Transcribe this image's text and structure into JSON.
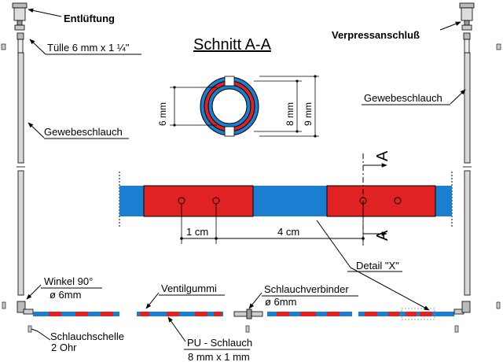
{
  "title": "Schnitt A-A",
  "labels": {
    "entlueftung": "Entlüftung",
    "tuelle": "Tülle 6 mm  x  1 ¼\"",
    "gewebeschlauch_left": "Gewebeschlauch",
    "verpressanschluss": "Verpressanschluß",
    "gewebeschlauch_right": "Gewebeschlauch",
    "winkel": "Winkel 90°",
    "winkel_size": "ø 6mm",
    "schlauchschelle": "Schlauchschelle",
    "schlauchschelle_sub": "2 Ohr",
    "ventilgummi": "Ventilgummi",
    "pu_schlauch": "PU - Schlauch",
    "pu_schlauch_size": "8 mm  x  1 mm",
    "schlauchverbinder": "Schlauchverbinder",
    "schlauchverbinder_size": "ø 6mm",
    "detail_x": "Detail \"X\""
  },
  "dimensions": {
    "inner": "6 mm",
    "middle": "8 mm",
    "outer": "9 mm",
    "spacing_small": "1 cm",
    "spacing_large": "4 cm"
  },
  "section_marks": {
    "top": "A",
    "bottom": "A"
  },
  "colors": {
    "pu_hose": "#1a7fd0",
    "valve_rubber": "#e02222",
    "outline": "#000000",
    "fabric_hose": "#d8d8d8"
  },
  "icons": [
    "valve-icon",
    "nipple-icon",
    "elbow-icon",
    "clamp-icon",
    "connector-icon",
    "arrow-icon"
  ]
}
